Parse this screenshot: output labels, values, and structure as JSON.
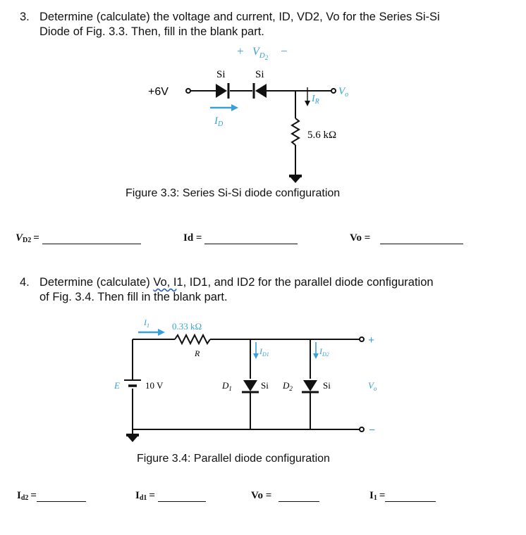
{
  "q3": {
    "number": "3.",
    "line1": "Determine (calculate) the voltage and current, ID, VD2, Vo for the Series Si-Si",
    "line2": "Diode of Fig. 3.3. Then, fill in the blank part."
  },
  "fig33": {
    "vd2_plus": "+",
    "vd2_label": "V",
    "vd2_sub": "D",
    "vd2_sub2": "2",
    "vd2_minus": "−",
    "d1_label": "Si",
    "d2_label": "Si",
    "source_label": "+6V",
    "id_label": "I",
    "id_sub": "D",
    "ir_label": "I",
    "ir_sub": "R",
    "vo_label": "V",
    "vo_sub": "o",
    "resistor_label": "5.6 kΩ",
    "caption": "Figure 3.3: Series Si-Si diode configuration"
  },
  "blanks3": {
    "vd2": "V",
    "vd2_sub": "D2",
    "vd2_eq": "=",
    "id": "Id =",
    "vo": "Vo ="
  },
  "q4": {
    "number": "4.",
    "line1_a": "Determine (calculate) ",
    "line1_wavy": "Vo, I",
    "line1_b": "1, ID1, and ID2 for the parallel diode configuration",
    "line2": "of Fig. 3.4. Then fill in the blank part."
  },
  "fig34": {
    "i1_label": "I",
    "i1_sub": "1",
    "resistor_value": "0.33 kΩ",
    "resistor_name": "R",
    "id1_label": "I",
    "id1_sub": "D1",
    "id2_label": "I",
    "id2_sub": "D2",
    "plus": "+",
    "minus": "−",
    "e_label": "E",
    "source_value": "10 V",
    "d1_name": "D",
    "d1_sub": "1",
    "d1_type": "Si",
    "d2_name": "D",
    "d2_sub": "2",
    "d2_type": "Si",
    "vo_label": "V",
    "vo_sub": "o",
    "caption": "Figure 3.4: Parallel diode configuration"
  },
  "blanks4": {
    "id2": "I",
    "id2_sub": "d2",
    "id2_eq": "=",
    "id1": "I",
    "id1_sub": "d1",
    "id1_eq": "=",
    "vo": "Vo =",
    "i1": "I",
    "i1_sub": "1",
    "i1_eq": "="
  },
  "colors": {
    "accent_blue": "#3aa0d8",
    "ink": "#111111",
    "wavy_underline": "#2b5fb3"
  }
}
